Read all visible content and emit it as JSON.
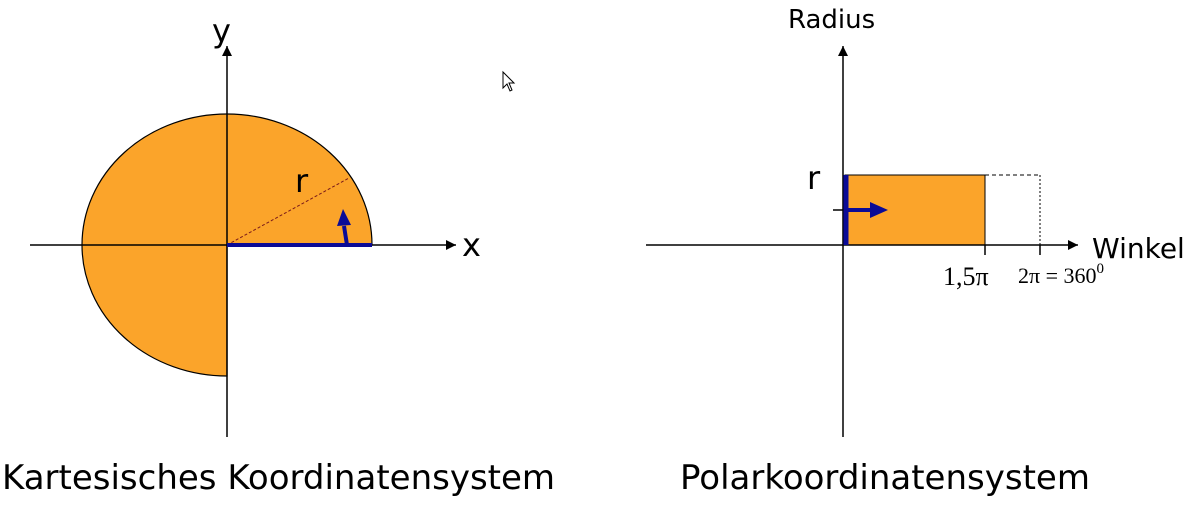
{
  "colors": {
    "fill": "#fba42a",
    "vector": "#0b0b96",
    "axis": "#000000"
  },
  "cartesian": {
    "y_label": "y",
    "x_label": "x",
    "r_label": "r",
    "caption": "Kartesisches Koordinatensystem"
  },
  "polar": {
    "y_label": "Radius",
    "x_label": "Winkel",
    "r_label": "r",
    "tick_1": "1,5π",
    "tick_2_base": "2π = 360",
    "tick_2_sup": "0",
    "caption": "Polarkoordinatensystem"
  },
  "cursor": "mouse-pointer-icon"
}
